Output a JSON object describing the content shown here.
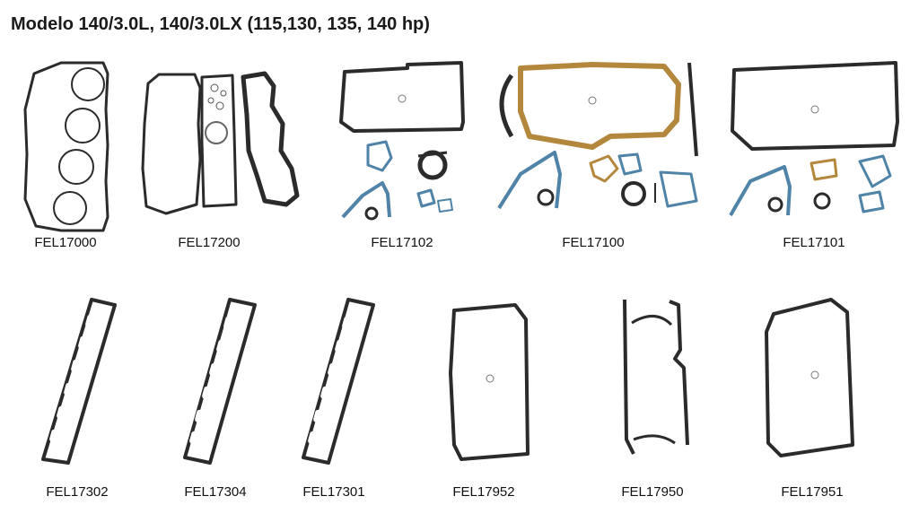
{
  "page": {
    "title": "Modelo 140/3.0L, 140/3.0LX (115,130, 135, 140 hp)"
  },
  "kits": [
    {
      "part_number": "FEL17000",
      "image": "head-gasket"
    },
    {
      "part_number": "FEL17200",
      "image": "head-set"
    },
    {
      "part_number": "FEL17102",
      "image": "oil-pan-gasket-set"
    },
    {
      "part_number": "FEL17100",
      "image": "cork-oil-pan-set"
    },
    {
      "part_number": "FEL17101",
      "image": "oil-pan-gasket-set"
    },
    {
      "part_number": "FEL17302",
      "image": "manifold-gasket"
    },
    {
      "part_number": "FEL17304",
      "image": "manifold-gasket"
    },
    {
      "part_number": "FEL17301",
      "image": "manifold-gasket"
    },
    {
      "part_number": "FEL17952",
      "image": "oil-pan-gasket"
    },
    {
      "part_number": "FEL17950",
      "image": "oil-pan-gasket-split"
    },
    {
      "part_number": "FEL17951",
      "image": "oil-pan-gasket"
    }
  ],
  "colors": {
    "gasket_dark": "#2b2b2b",
    "gasket_blue": "#4f83a8",
    "gasket_cork": "#b3873c"
  }
}
